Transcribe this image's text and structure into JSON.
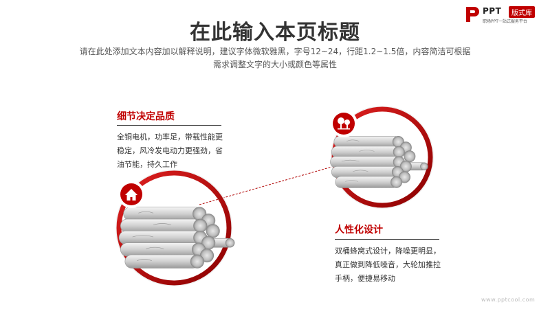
{
  "logo": {
    "brand": "PPT",
    "badge": "版式库",
    "tagline": "职场PPT一站式服务平台"
  },
  "header": {
    "title": "在此输入本页标题",
    "subtitle": "请在此处添加文本内容加以解释说明，建议字体微软雅黑，字号12~24，行距1.2~1.5倍，内容简洁可根据需求调整文字的大小或颜色等属性"
  },
  "blocks": [
    {
      "title": "细节决定品质",
      "body": "全铜电机，功率足，带载性能更稳定，风冷发电动力更强劲，省油节能，持久工作",
      "icon": "house-icon"
    },
    {
      "title": "人性化设计",
      "body": "双桶蜂窝式设计，降噪更明显，真正做到降低噪音，大轮加推拉手柄，便捷易移动",
      "icon": "trees-icon"
    }
  ],
  "watermark": "www.pptcool.com",
  "colors": {
    "accent": "#c00000",
    "text": "#333333",
    "cable": "#c8c8c8"
  }
}
